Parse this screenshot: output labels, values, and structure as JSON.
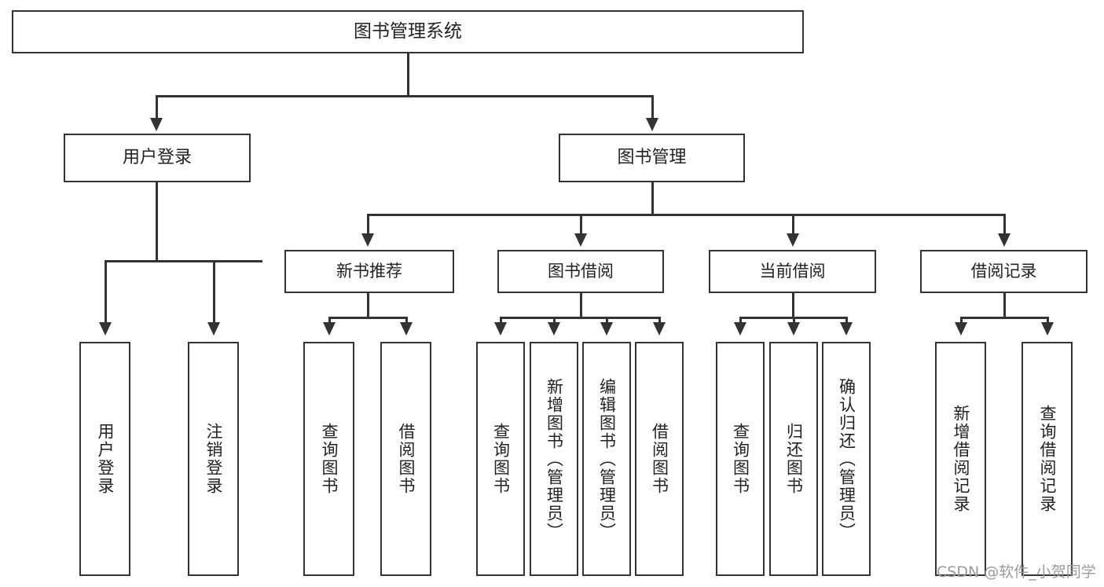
{
  "diagram": {
    "type": "tree",
    "title": "图书管理系统",
    "root": {
      "label": "图书管理系统"
    },
    "level2": [
      {
        "label": "用户登录"
      },
      {
        "label": "图书管理"
      }
    ],
    "level3": [
      {
        "label": "新书推荐"
      },
      {
        "label": "图书借阅"
      },
      {
        "label": "当前借阅"
      },
      {
        "label": "借阅记录"
      }
    ],
    "leaves": {
      "user_login": [
        {
          "label": "用户登录"
        },
        {
          "label": "注销登录"
        }
      ],
      "new_book_recommend": [
        {
          "label": "查询图书"
        },
        {
          "label": "借阅图书"
        }
      ],
      "book_borrow": [
        {
          "label": "查询图书"
        },
        {
          "label": "新增图书（管理员）"
        },
        {
          "label": "编辑图书（管理员）"
        },
        {
          "label": "借阅图书"
        }
      ],
      "current_borrow": [
        {
          "label": "查询图书"
        },
        {
          "label": "归还图书"
        },
        {
          "label": "确认归还（管理员）"
        }
      ],
      "borrow_record": [
        {
          "label": "新增借阅记录"
        },
        {
          "label": "查询借阅记录"
        }
      ]
    }
  },
  "watermark": {
    "text": "CSDN @软件_小贺同学"
  },
  "colors": {
    "background": "#ffffff",
    "stroke": "#333333",
    "text": "#222222",
    "watermark": "#9b9b9b"
  }
}
